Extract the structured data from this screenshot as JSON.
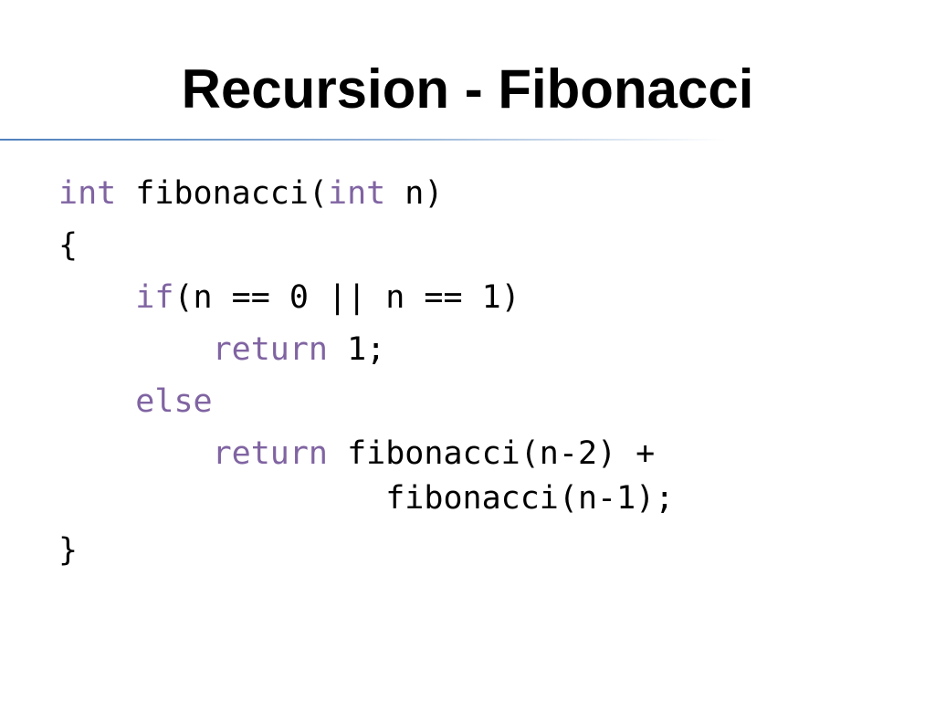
{
  "slide": {
    "title": "Recursion - Fibonacci",
    "colors": {
      "keyword": "#8064a2",
      "text": "#000000",
      "rule_start": "#4f81bd",
      "rule_end": "#ffffff"
    }
  },
  "code": {
    "lines": [
      {
        "indent": "",
        "tokens": [
          {
            "text": "int",
            "kind": "keyword"
          },
          {
            "text": " fibonacci(",
            "kind": "plain"
          },
          {
            "text": "int",
            "kind": "keyword"
          },
          {
            "text": " n)",
            "kind": "plain"
          }
        ]
      },
      {
        "indent": "",
        "tokens": [
          {
            "text": "{",
            "kind": "plain"
          }
        ]
      },
      {
        "indent": "    ",
        "tokens": [
          {
            "text": "if",
            "kind": "keyword"
          },
          {
            "text": "(n == 0 || n == 1)",
            "kind": "plain"
          }
        ]
      },
      {
        "indent": "        ",
        "tokens": [
          {
            "text": "return",
            "kind": "keyword"
          },
          {
            "text": " 1;",
            "kind": "plain"
          }
        ]
      },
      {
        "indent": "    ",
        "tokens": [
          {
            "text": "else",
            "kind": "keyword"
          }
        ]
      },
      {
        "indent": "        ",
        "tight": true,
        "tokens": [
          {
            "text": "return",
            "kind": "keyword"
          },
          {
            "text": " fibonacci(n-2) +",
            "kind": "plain"
          }
        ]
      },
      {
        "indent": "                 ",
        "tokens": [
          {
            "text": "fibonacci(n-1);",
            "kind": "plain"
          }
        ]
      },
      {
        "indent": "",
        "tokens": [
          {
            "text": "}",
            "kind": "plain"
          }
        ]
      }
    ]
  }
}
